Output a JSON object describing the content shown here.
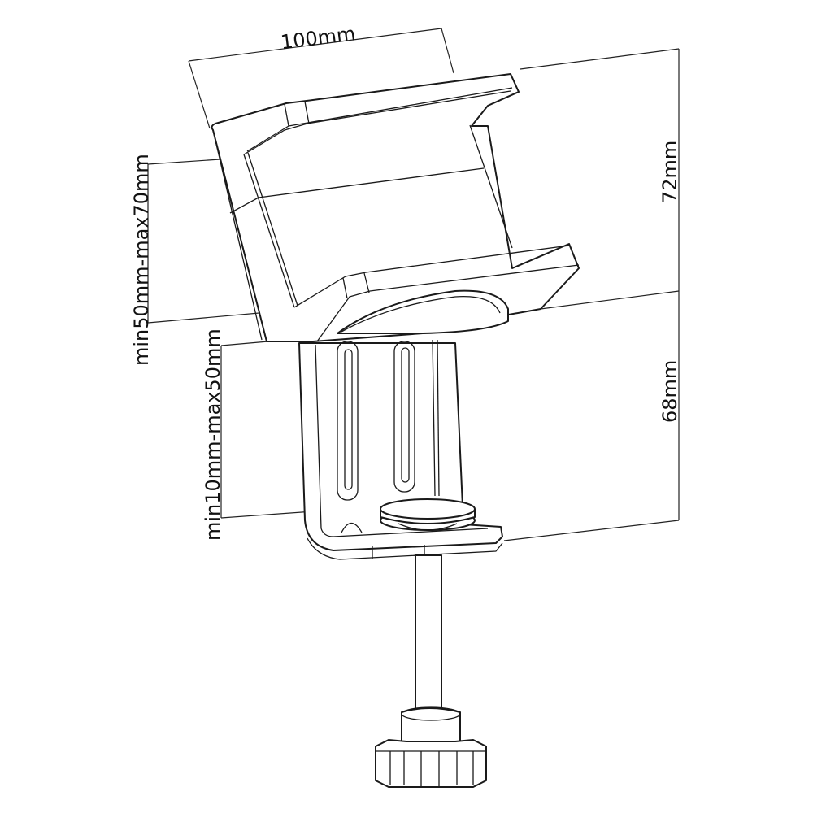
{
  "diagram": {
    "subject": "desk clamp bracket",
    "line_color": "#1a1a1a",
    "background": "#ffffff",
    "dimensions": {
      "width_top": "100mm",
      "upper_opening": "min50mm-max70mm",
      "lower_opening": "min10mm-max50mm",
      "upper_height": "72mm",
      "lower_height": "68mm"
    }
  }
}
